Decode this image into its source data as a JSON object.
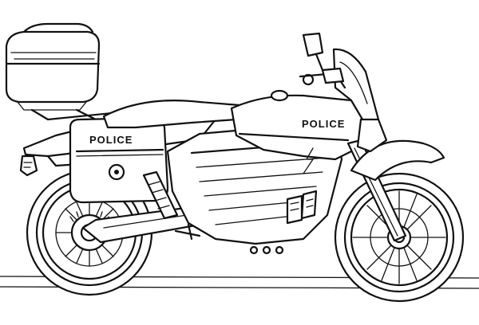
{
  "scene": {
    "subject": "police-motorcycle",
    "style": "line-art-coloring-page",
    "colors": {
      "ink": "#111111",
      "paper": "#ffffff"
    }
  },
  "labels": {
    "pannier_text": "POLICE",
    "tank_text": "POLICE"
  }
}
